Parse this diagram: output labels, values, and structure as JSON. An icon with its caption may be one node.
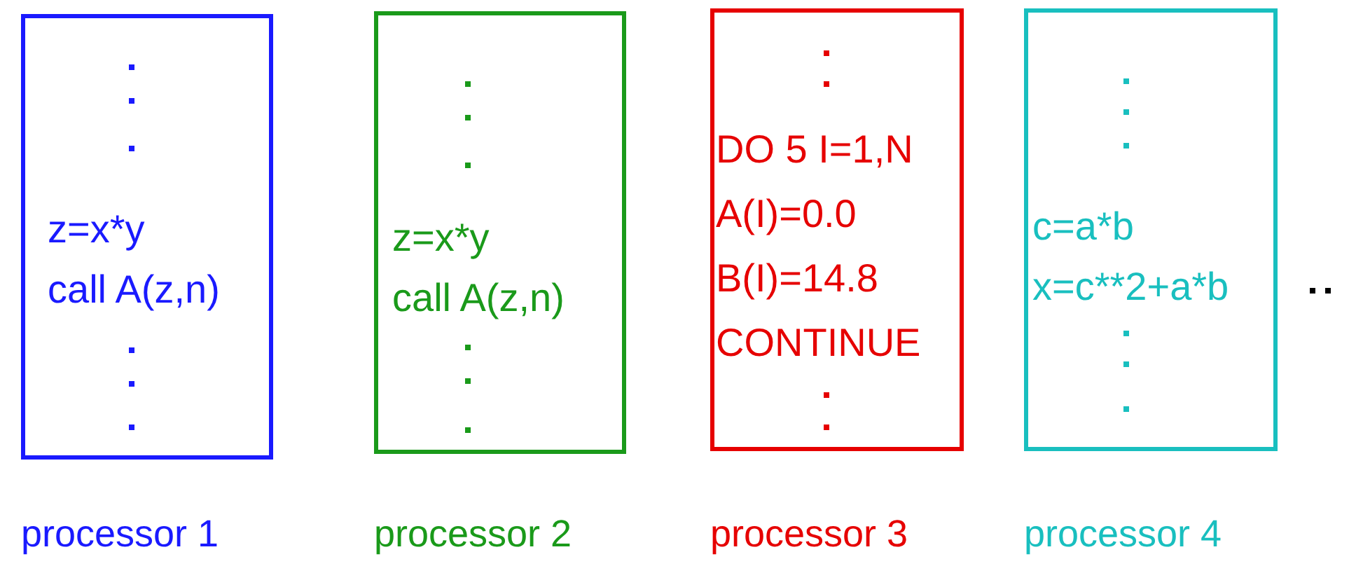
{
  "diagram": {
    "nodes": [
      {
        "text": [
          "z=x*y",
          "call A(z,n)"
        ],
        "beside": [
          "processor 1"
        ]
      },
      {
        "text": [
          "z=x*y",
          "call A(z,n)"
        ],
        "beside": [
          "processor 2"
        ]
      },
      {
        "text": [
          "DO 5 I=1,N",
          "A(I)=0.0",
          "B(I)=14.8",
          "CONTINUE"
        ],
        "beside": [
          "processor 3"
        ]
      },
      {
        "text": [
          "c=a*b",
          "x=c**2+a*b"
        ],
        "beside": [
          "processor 4"
        ]
      }
    ]
  }
}
